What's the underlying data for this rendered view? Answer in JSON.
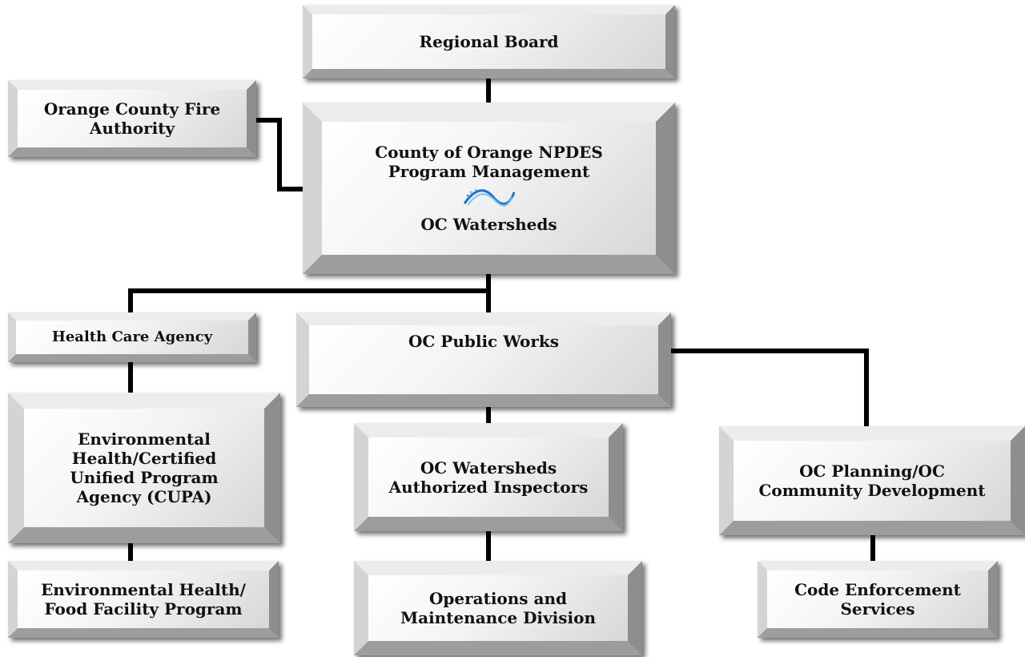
{
  "nodes": {
    "regional_board": "Regional Board",
    "fire_authority": "Orange County Fire\nAuthority",
    "county_npdes": "County of Orange NPDES\nProgram Management",
    "oc_watersheds": "OC Watersheds",
    "health_care": "Health Care Agency",
    "public_works": "OC Public Works",
    "cupa": "Environmental\nHealth/Certified\nUnified Program\nAgency (CUPA)",
    "ocw_inspectors": "OC Watersheds\nAuthorized Inspectors",
    "planning": "OC Planning/OC\nCommunity Development",
    "food_facility": "Environmental Health/\nFood Facility Program",
    "operations": "Operations and\nMaintenance Division",
    "code_enforcement": "Code Enforcement\nServices"
  },
  "icons": {
    "watershed_logo": "wave-icon"
  },
  "colors": {
    "connector": "#000000",
    "logo_blue": "#1e73c8",
    "logo_light": "#7cc3ee"
  }
}
